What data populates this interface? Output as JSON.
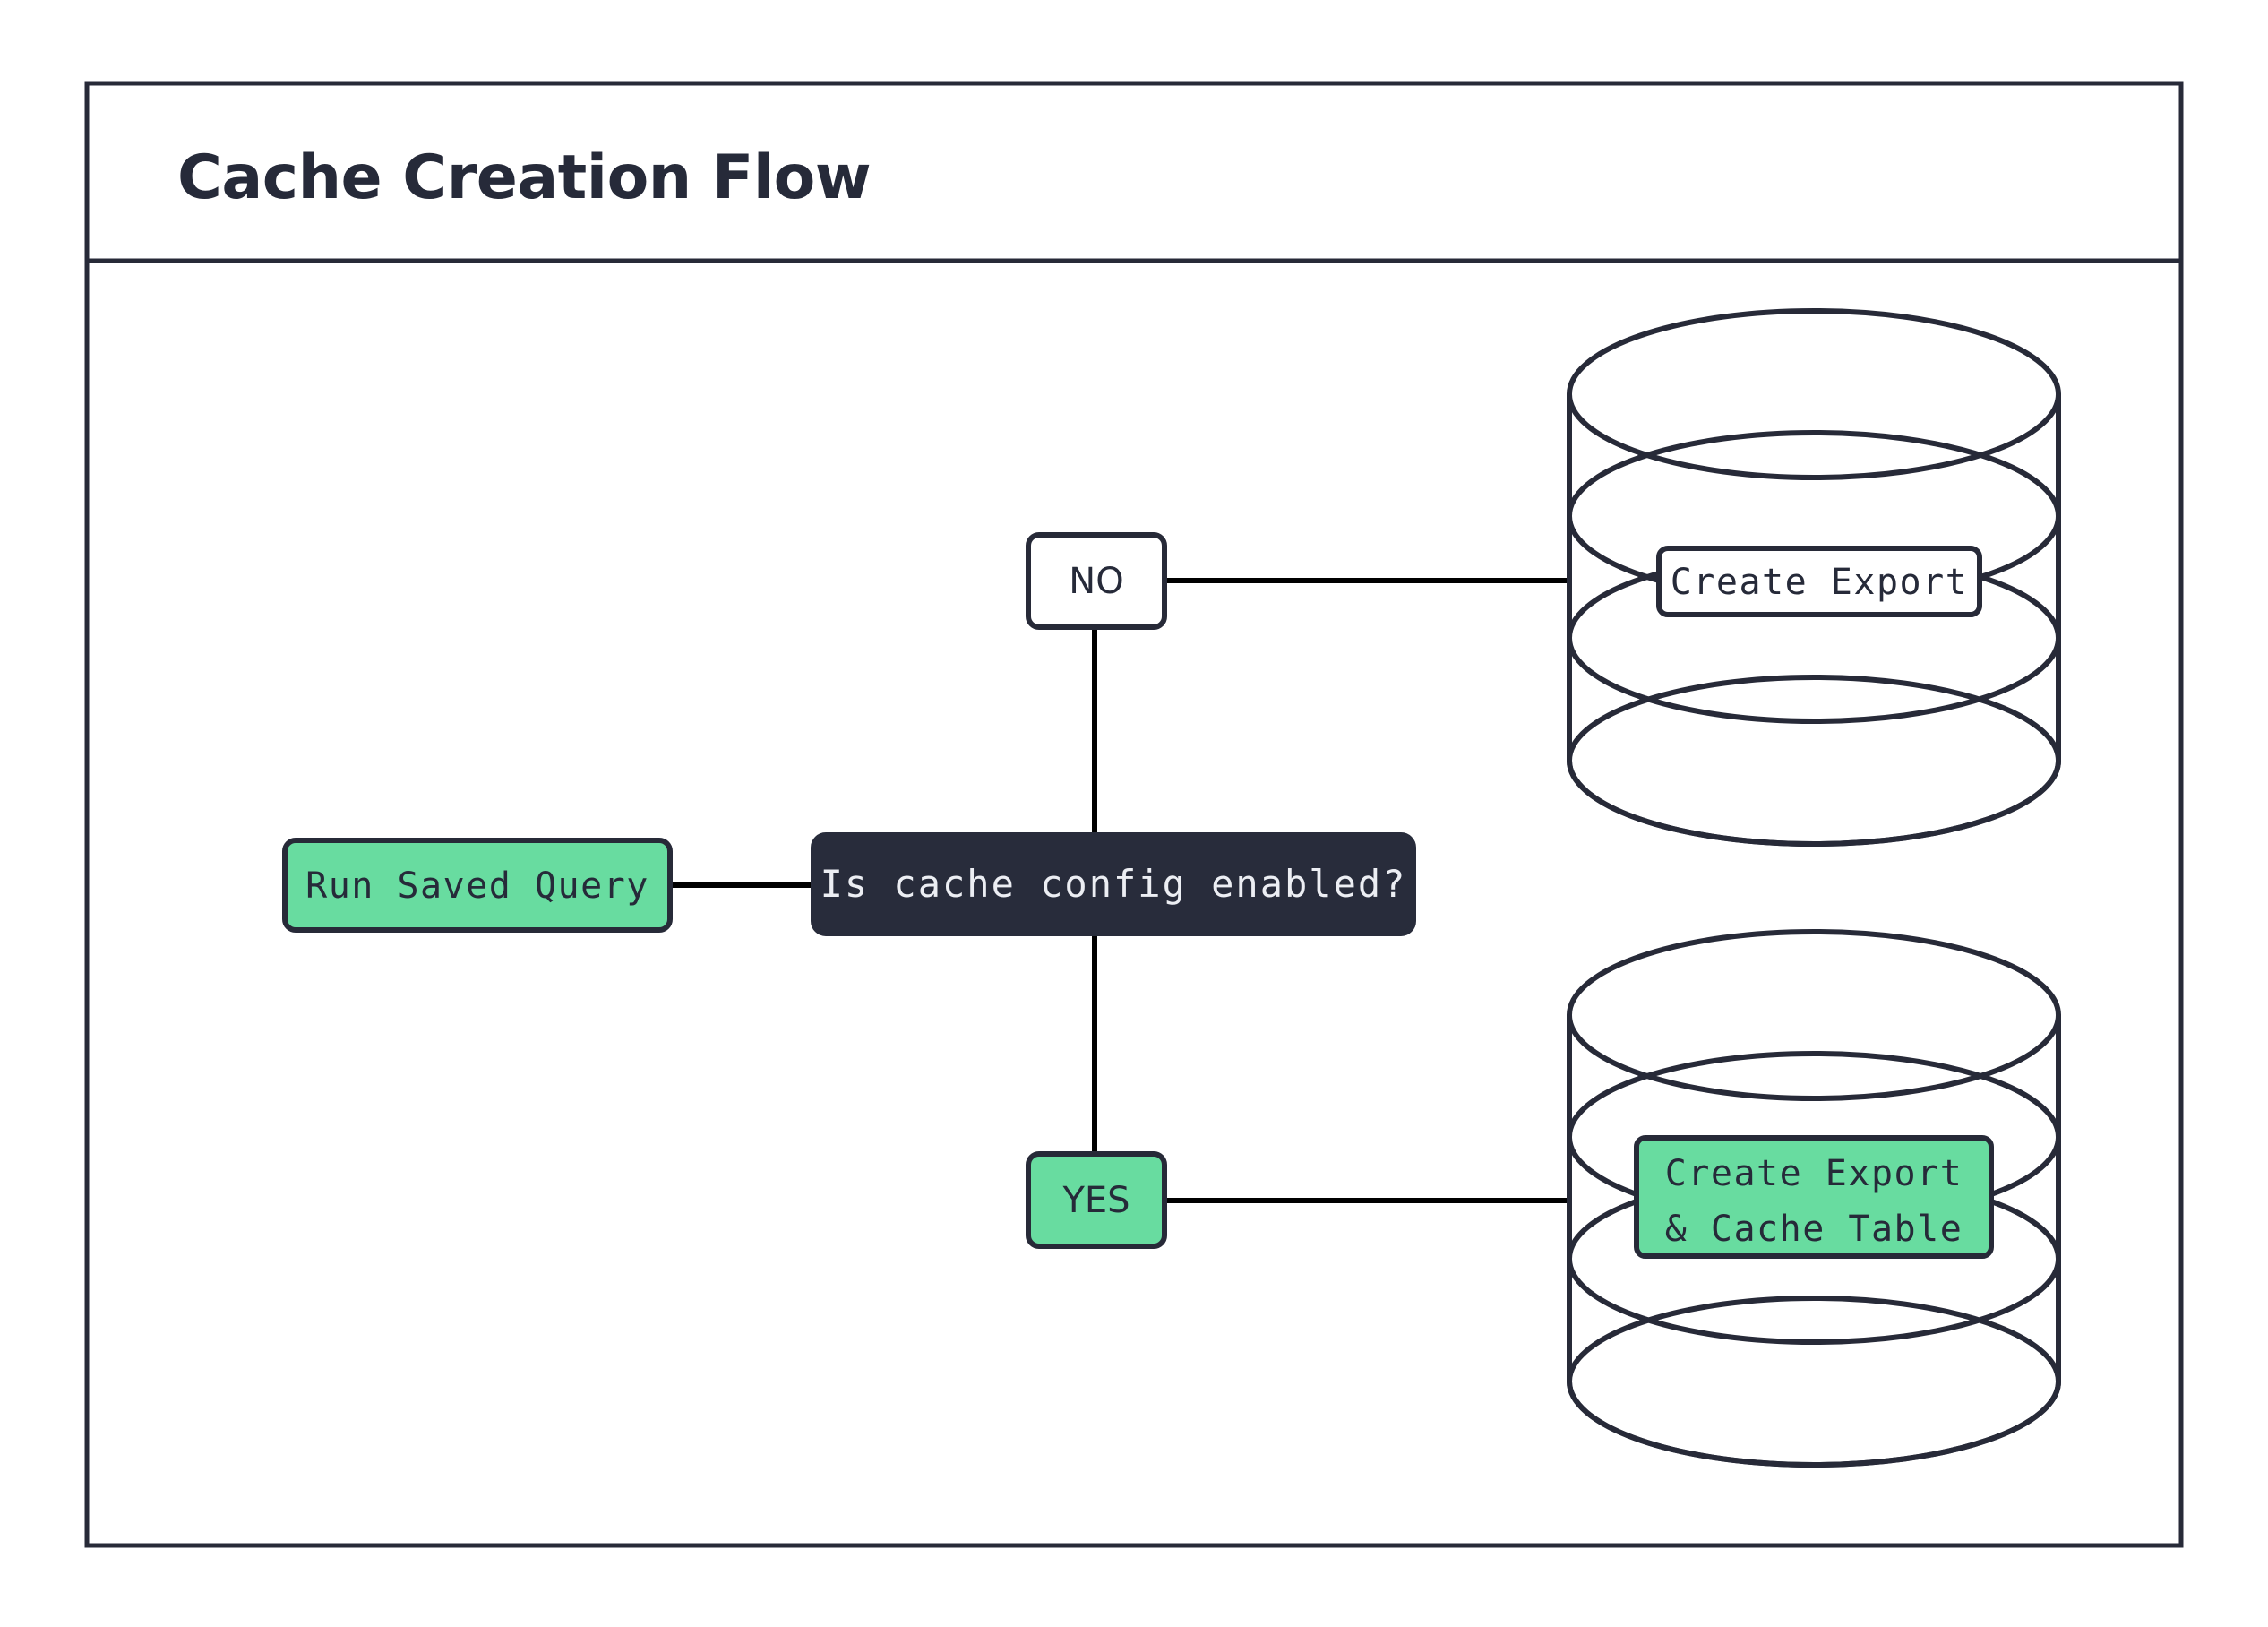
{
  "diagram": {
    "title": "Cache Creation Flow",
    "type": "flowchart",
    "background_color": "#ffffff",
    "frame_border_color": "#272a38",
    "accent_green": "#68dca0",
    "dark_navy": "#282c3b",
    "connector_color": "#000000",
    "nodes": [
      {
        "id": "run-saved-query",
        "label": "Run Saved Query",
        "shape": "rounded-rect",
        "fill": "#68dca0",
        "text_color": "#262a39",
        "font": "mono"
      },
      {
        "id": "decision",
        "label": "Is cache config enabled?",
        "shape": "rounded-rect",
        "fill": "#282c3b",
        "text_color": "#eceef3",
        "font": "mono"
      },
      {
        "id": "branch-no",
        "label": "NO",
        "shape": "rounded-rect",
        "fill": "#ffffff",
        "text_color": "#262a39",
        "font": "sans"
      },
      {
        "id": "branch-yes",
        "label": "YES",
        "shape": "rounded-rect",
        "fill": "#68dca0",
        "text_color": "#262a39",
        "font": "sans"
      },
      {
        "id": "database-export",
        "label": "Create Export",
        "shape": "cylinder-database",
        "fill": "#ffffff",
        "label_fill": "#ffffff",
        "text_color": "#262a39",
        "font": "mono"
      },
      {
        "id": "database-export-cache",
        "label_line1": "Create Export",
        "label_line2": "& Cache Table",
        "shape": "cylinder-database",
        "fill": "#ffffff",
        "label_fill": "#68dca0",
        "text_color": "#262a39",
        "font": "mono"
      }
    ],
    "edges": [
      {
        "from": "run-saved-query",
        "to": "decision",
        "label": ""
      },
      {
        "from": "decision",
        "to": "branch-no",
        "label": ""
      },
      {
        "from": "decision",
        "to": "branch-yes",
        "label": ""
      },
      {
        "from": "branch-no",
        "to": "database-export",
        "label": ""
      },
      {
        "from": "branch-yes",
        "to": "database-export-cache",
        "label": ""
      }
    ]
  }
}
